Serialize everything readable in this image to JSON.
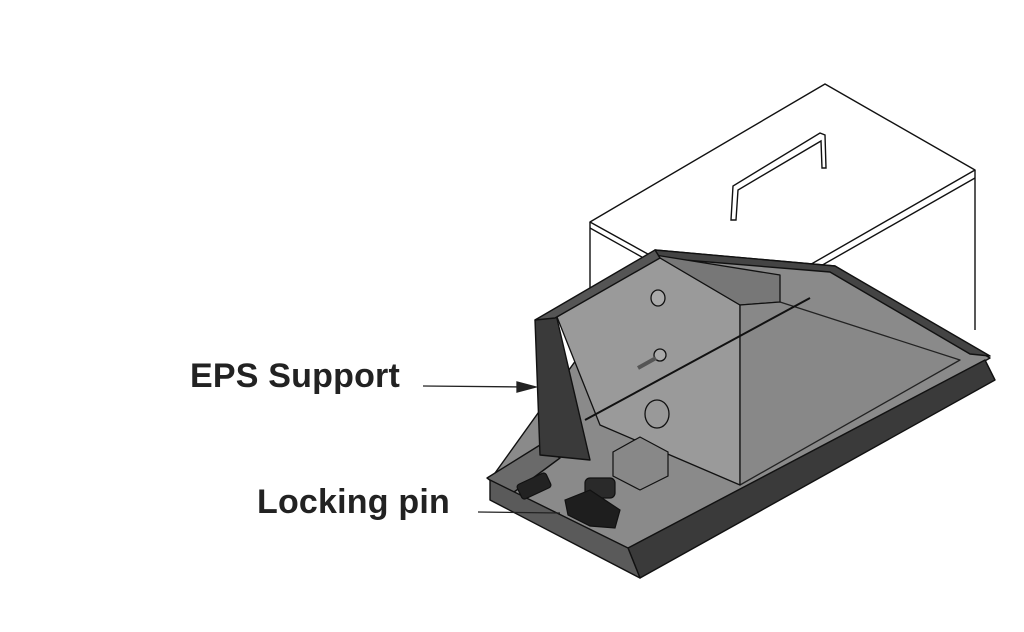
{
  "figure": {
    "subject": "EPS enclosure assembly, isometric view",
    "callouts": [
      {
        "label": "EPS Support",
        "target": "eps-support-bracket"
      },
      {
        "label": "Locking pin",
        "target": "locking-pin"
      }
    ]
  },
  "colors": {
    "background": "#ffffff",
    "label_text": "#222222",
    "outline": "#111111",
    "tray_dark": "#3a3a3a",
    "tray_mid": "#7d7d7d",
    "panel_light": "#9a9a9a",
    "cover_fill": "#ffffff"
  }
}
